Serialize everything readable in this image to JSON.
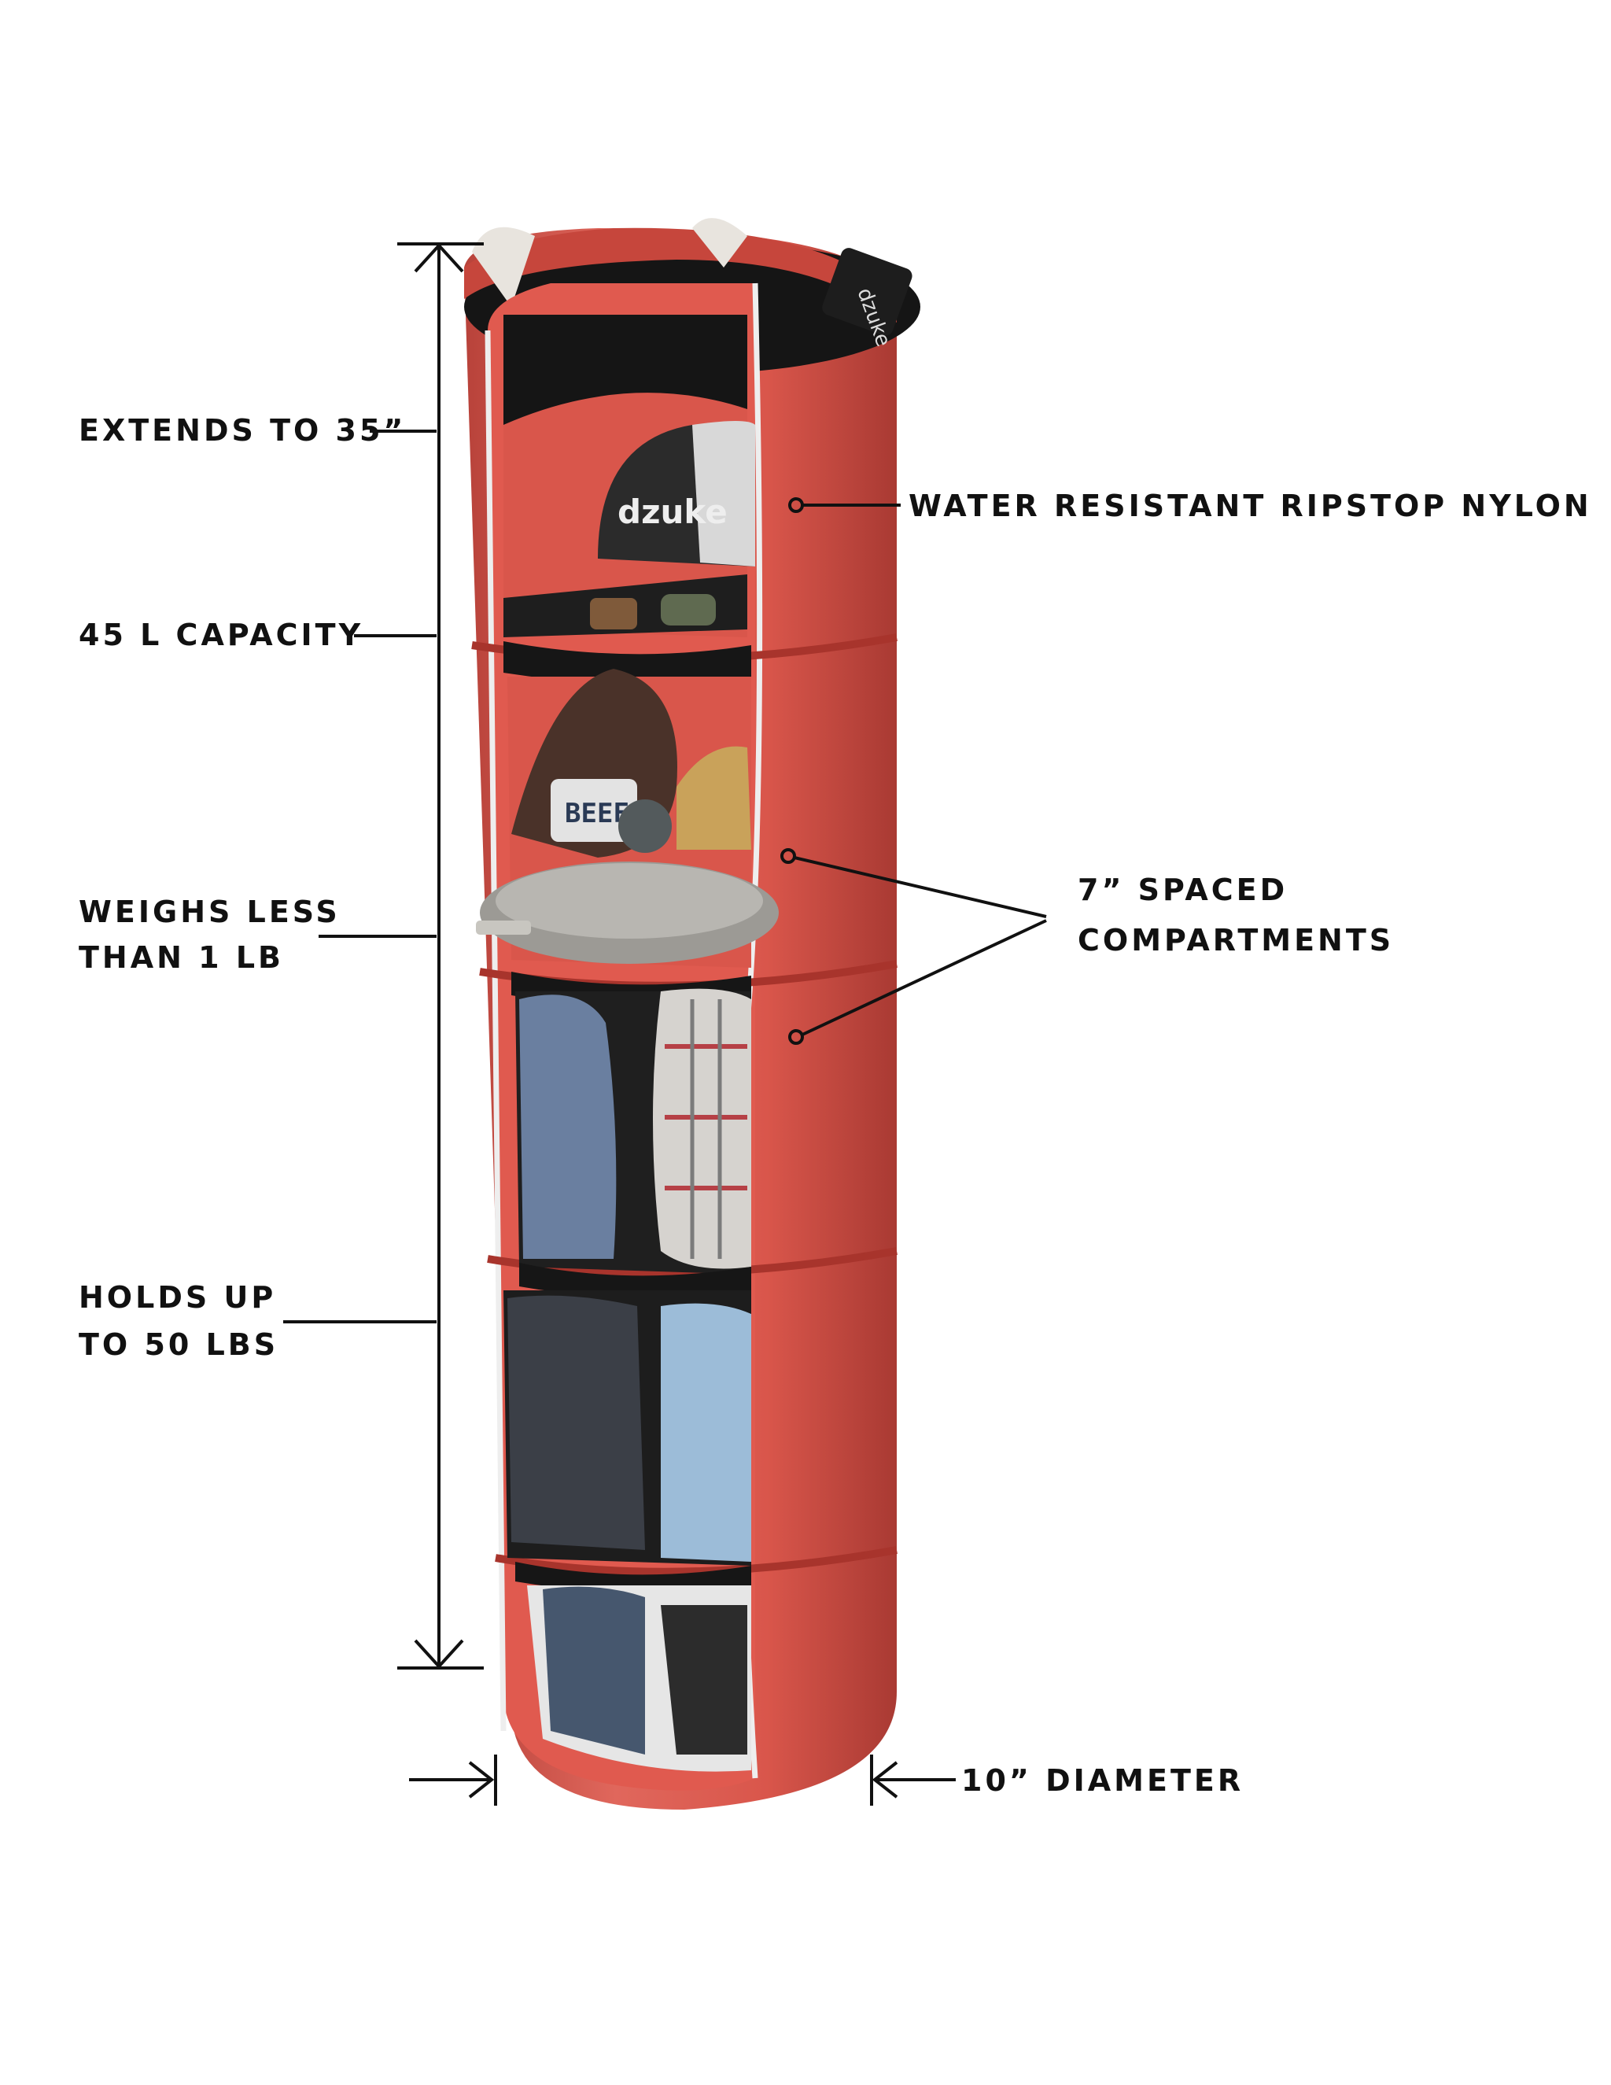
{
  "labels": {
    "height": "EXTENDS TO 35”",
    "capacity": "45 L CAPACITY",
    "weight_line1": "WEIGHS LESS",
    "weight_line2": "THAN 1 LB",
    "load_line1": "HOLDS UP",
    "load_line2": "TO 50 LBS",
    "material": "WATER RESISTANT RIPSTOP NYLON",
    "spacing_line1": "7” SPACED",
    "spacing_line2": "COMPARTMENTS",
    "diameter": "10” DIAMETER"
  },
  "product": {
    "brand_text": "dzuke",
    "hat_text": "dzuke",
    "package_text": "BEEF",
    "body_color": "#d9534a",
    "interior_color": "#1c1c1c"
  }
}
